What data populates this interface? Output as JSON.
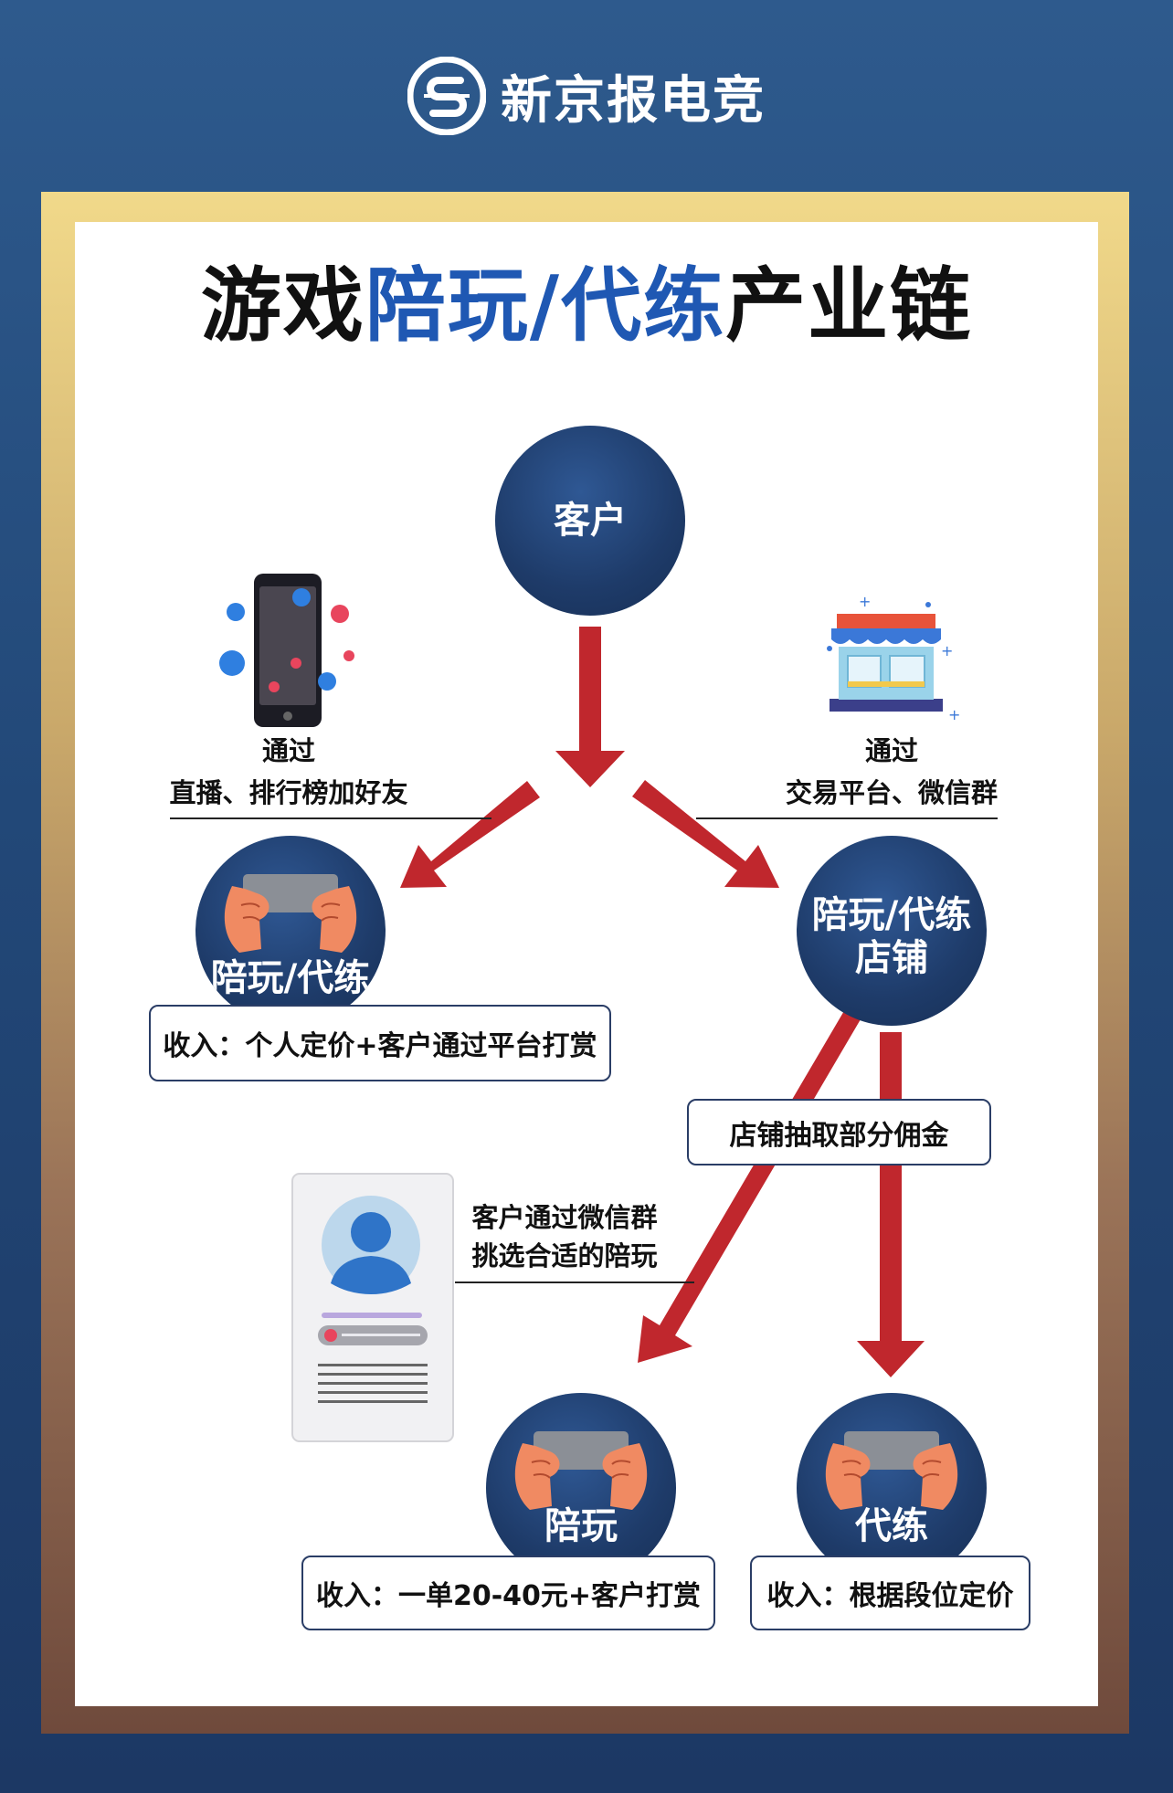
{
  "brand": {
    "name": "新京报电竞",
    "logo_icon": "xinjingbao-s-logo-icon"
  },
  "title": {
    "part1": "游戏",
    "highlight": "陪玩/代练",
    "part2": "产业链",
    "highlight_color": "#1f58b3"
  },
  "nodes": {
    "customer": "客户",
    "companion_trainer": "陪玩/代练",
    "shop_line1": "陪玩/代练",
    "shop_line2": "店铺",
    "companion": "陪玩",
    "trainer": "代练"
  },
  "captions": {
    "left_line1": "通过",
    "left_line2": "直播、排行榜加好友",
    "right_line1": "通过",
    "right_line2": "交易平台、微信群",
    "wechat_line1": "客户通过微信群",
    "wechat_line2": "挑选合适的陪玩"
  },
  "boxes": {
    "companion_trainer_income": "收入：个人定价+客户通过平台打赏",
    "shop_commission": "店铺抽取部分佣金",
    "companion_income": "收入：一单20-40元+客户打赏",
    "trainer_income": "收入：根据段位定价"
  },
  "icons": [
    "smartphone-live-icon",
    "storefront-icon",
    "profile-card-icon",
    "hands-holding-phone-icon"
  ],
  "colors": {
    "node": "#1e3b69",
    "arrow": "#c0272d",
    "accent": "#1f58b3"
  }
}
